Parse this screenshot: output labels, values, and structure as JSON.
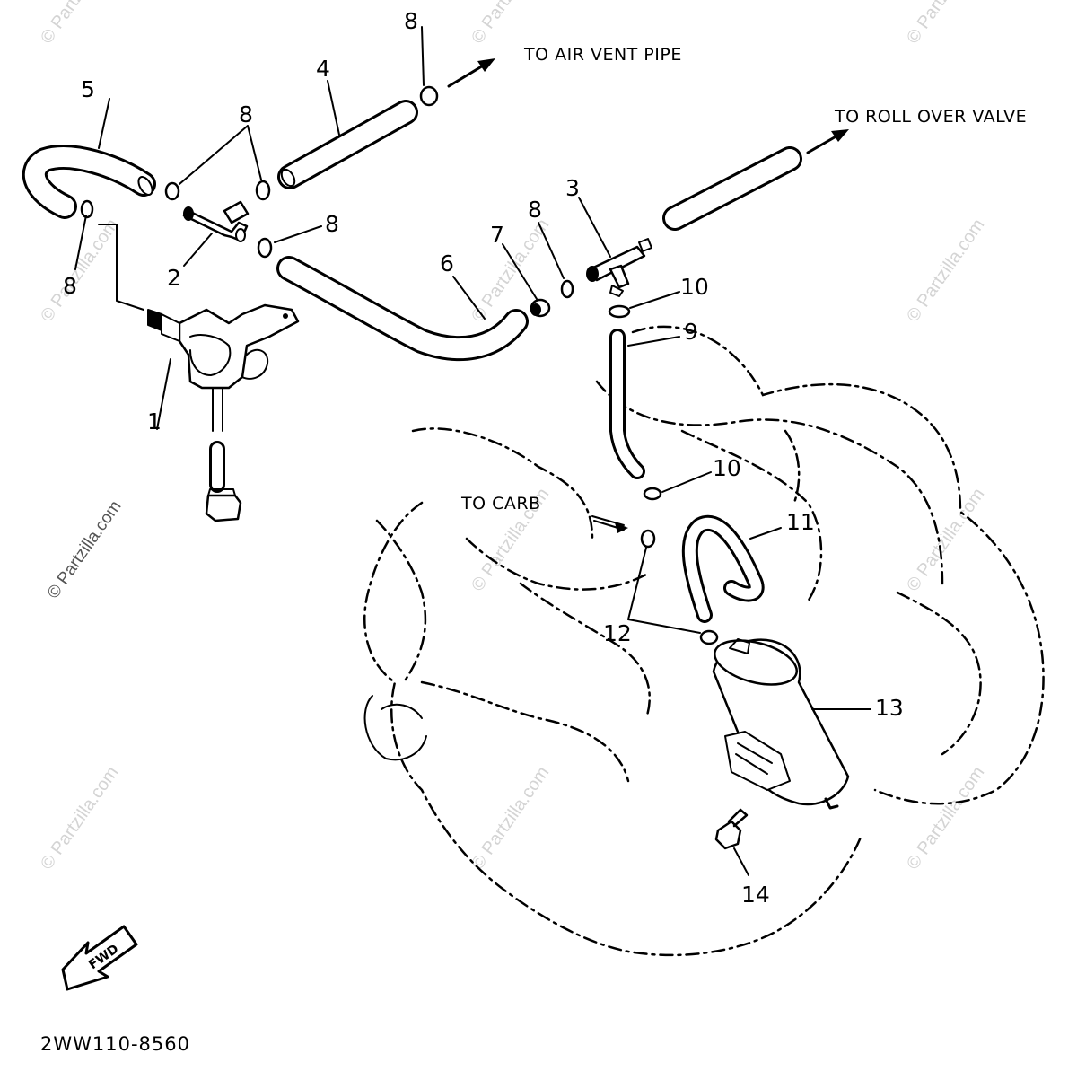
{
  "watermark": "© Partzilla.com",
  "diagram_code": "2WW110-8560",
  "front_arrow_label": "FWD",
  "destinations": {
    "air_vent": "TO AIR VENT PIPE",
    "roll_over": "TO ROLL OVER VALVE",
    "carb": "TO CARB"
  },
  "callouts": {
    "p1": "1",
    "p2": "2",
    "p3": "3",
    "p4": "4",
    "p5": "5",
    "p6": "6",
    "p7": "7",
    "p8a": "8",
    "p8b": "8",
    "p8c": "8",
    "p8d": "8",
    "p8e": "8",
    "p9": "9",
    "p10a": "10",
    "p10b": "10",
    "p11": "11",
    "p12": "12",
    "p13": "13",
    "p14": "14"
  }
}
